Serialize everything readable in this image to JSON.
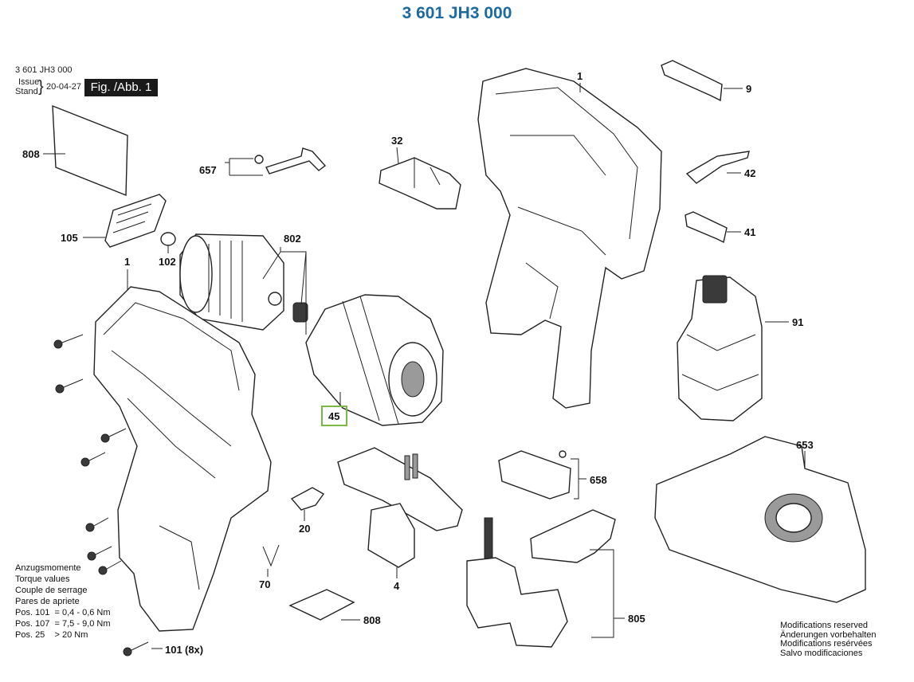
{
  "title": "3 601 JH3 000",
  "header": {
    "doc_number": "3 601 JH3 000",
    "issue_label": "Issue",
    "stand_label": "Stand",
    "issue_date": "20-04-27",
    "figure_label": "Fig. /Abb. 1"
  },
  "parts": {
    "p1_housing_right": "1",
    "p1_housing_left": "1",
    "p9": "9",
    "p42": "42",
    "p41": "41",
    "p808_top": "808",
    "p808_bottom": "808",
    "p657": "657",
    "p32": "32",
    "p802": "802",
    "p105": "105",
    "p102": "102",
    "p91": "91",
    "p45": "45",
    "p653": "653",
    "p658": "658",
    "p20": "20",
    "p70": "70",
    "p4": "4",
    "p805": "805",
    "p101": "101",
    "p101_qty": "(8x)"
  },
  "torque": {
    "lines": [
      "Anzugsmomente",
      "Torque values",
      "Couple de serrage",
      "Pares de apriete",
      "Pos. 101  = 0,4 - 0,6 Nm",
      "Pos. 107  = 7,5 - 9,0 Nm",
      "Pos. 25    > 20 Nm"
    ]
  },
  "modifications": {
    "lines": [
      "Modifications reserved",
      "Änderungen vorbehalten",
      "Modifications resérvées",
      "Salvo modificaciones"
    ]
  },
  "colors": {
    "title": "#1c6aa0",
    "highlight_box": "#7ab648"
  }
}
